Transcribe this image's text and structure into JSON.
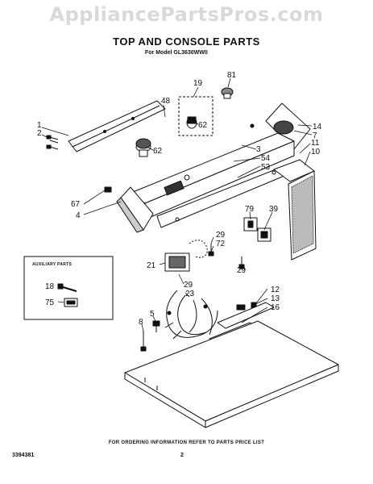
{
  "header": {
    "watermark": "AppliancePartsPros.com",
    "title": "TOP AND CONSOLE PARTS",
    "model_line": "For Model GL3630WW0"
  },
  "auxiliary": {
    "label": "AUXILIARY PARTS"
  },
  "callouts": [
    {
      "id": "c81",
      "text": "81"
    },
    {
      "id": "c19",
      "text": "19"
    },
    {
      "id": "c48",
      "text": "48"
    },
    {
      "id": "c1",
      "text": "1"
    },
    {
      "id": "c2",
      "text": "2"
    },
    {
      "id": "c62a",
      "text": "62"
    },
    {
      "id": "c62b",
      "text": "62"
    },
    {
      "id": "c14",
      "text": "14"
    },
    {
      "id": "c7",
      "text": "7"
    },
    {
      "id": "c3",
      "text": "3"
    },
    {
      "id": "c54",
      "text": "54"
    },
    {
      "id": "c53",
      "text": "53"
    },
    {
      "id": "c11",
      "text": "11"
    },
    {
      "id": "c10",
      "text": "10"
    },
    {
      "id": "c67",
      "text": "67"
    },
    {
      "id": "c4",
      "text": "4"
    },
    {
      "id": "c79",
      "text": "79"
    },
    {
      "id": "c39",
      "text": "39"
    },
    {
      "id": "c29a",
      "text": "29"
    },
    {
      "id": "c72",
      "text": "72"
    },
    {
      "id": "c21",
      "text": "21"
    },
    {
      "id": "c29b",
      "text": "29"
    },
    {
      "id": "c29c",
      "text": "29"
    },
    {
      "id": "c23",
      "text": "23"
    },
    {
      "id": "c18",
      "text": "18"
    },
    {
      "id": "c75",
      "text": "75"
    },
    {
      "id": "c12",
      "text": "12"
    },
    {
      "id": "c13",
      "text": "13"
    },
    {
      "id": "c16",
      "text": "16"
    },
    {
      "id": "c5",
      "text": "5"
    },
    {
      "id": "c8",
      "text": "8"
    }
  ],
  "footer": {
    "doc_number": "3394381",
    "note": "FOR ORDERING INFORMATION REFER TO PARTS PRICE LIST",
    "page": "2"
  }
}
